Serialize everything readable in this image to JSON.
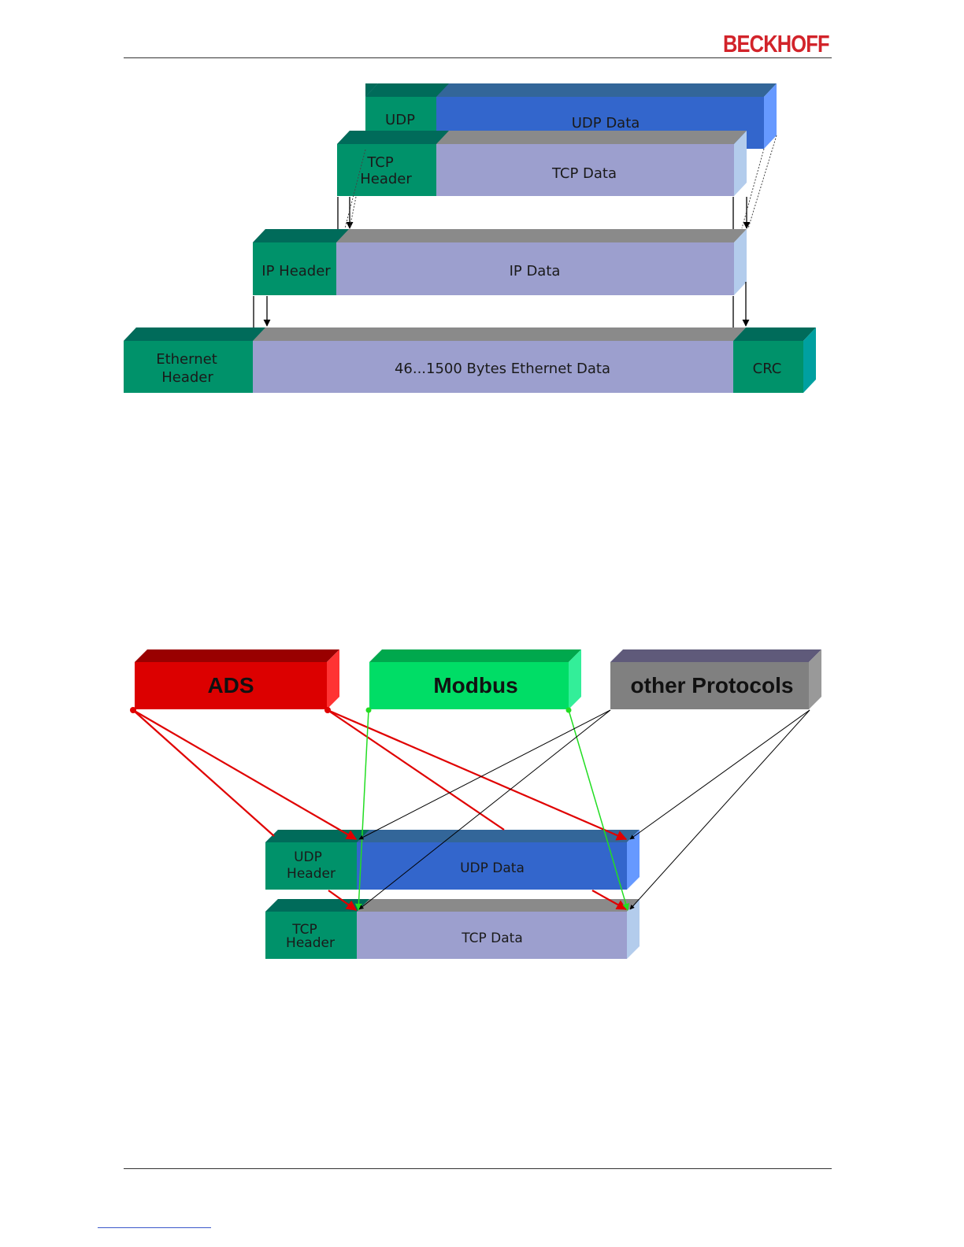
{
  "header": {
    "brand": "BECKHOFF",
    "brand_color": "#d2232a"
  },
  "diagram1": {
    "udp_header": "UDP",
    "udp_data": "UDP Data",
    "tcp_header_line1": "TCP",
    "tcp_header_line2": "Header",
    "tcp_data": "TCP Data",
    "ip_header": "IP Header",
    "ip_data": "IP Data",
    "eth_header_line1": "Ethernet",
    "eth_header_line2": "Header",
    "eth_data": "46...1500 Bytes Ethernet Data",
    "crc": "CRC"
  },
  "diagram2": {
    "ads": "ADS",
    "modbus": "Modbus",
    "other": "other Protocols",
    "udp_header_line1": "UDP",
    "udp_header_line2": "Header",
    "udp_data": "UDP Data",
    "tcp_header_line1": "TCP",
    "tcp_header_line2": "Header",
    "tcp_data": "TCP Data"
  },
  "colors": {
    "header_green": "#00926a",
    "header_green_top": "#006b5a",
    "data_lavender": "#9c9fce",
    "data_top_gray": "#8a8a8a",
    "side_lightblue": "#b3ccec",
    "udp_blue": "#3366cc",
    "udp_blue_top": "#336699",
    "udp_side": "#6699ff",
    "ads_red": "#dc0000",
    "modbus_green": "#00cc66",
    "other_gray": "#808080"
  }
}
